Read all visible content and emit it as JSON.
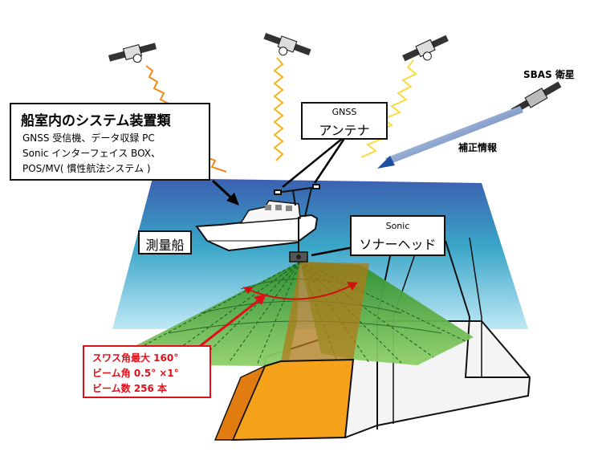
{
  "labels": {
    "ship_system_title": "船室内のシステム装置類",
    "ship_system_line1": "GNSS 受信機、データ収録 PC",
    "ship_system_line2": "Sonic インターフェイス BOX、",
    "ship_system_line3": "POS/MV( 慣性航法システム )",
    "gnss_top": "GNSS",
    "gnss_bottom": "アンテナ",
    "sbas": "SBAS 衛星",
    "correction": "補正情報",
    "survey_ship": "測量船",
    "sonic_top": "Sonic",
    "sonic_bottom": "ソナーヘッド",
    "swath_line1": "スワス角最大 160°",
    "swath_line2": "ビーム角  0.5° ×1°",
    "swath_line3": "ビーム数  256 本"
  },
  "colors": {
    "swath_text": "#e0101a",
    "correction_arrow": "#1f4fa0",
    "swath_fill": "#3ea83a",
    "channel": "#f5a21a"
  }
}
